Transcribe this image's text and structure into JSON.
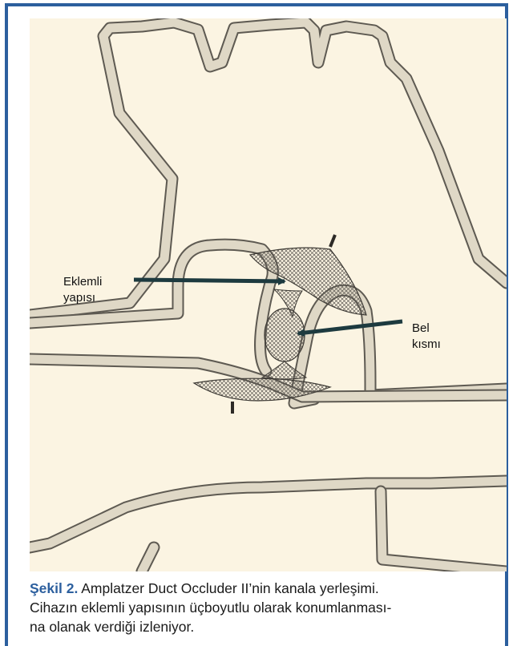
{
  "figure": {
    "labels": {
      "hinge_line1": "Eklemli",
      "hinge_line2": "yapısı",
      "waist_line1": "Bel",
      "waist_line2": "kısmı"
    },
    "caption": {
      "figure_label": "Şekil 2.",
      "line1_rest": "Amplatzer Duct Occluder II’nin kanala yerleşimi.",
      "line2": "Cihazın eklemli yapısının üçboyutlu olarak konumlanması-",
      "line3": "na olanak verdiği izleniyor."
    },
    "colors": {
      "accent": "#2c5f9e",
      "background": "#fbf4e2",
      "vessel_wall_fill": "#dfd8c6",
      "vessel_wall_stroke": "#5e5a52",
      "arrow": "#1d3a3f"
    }
  }
}
